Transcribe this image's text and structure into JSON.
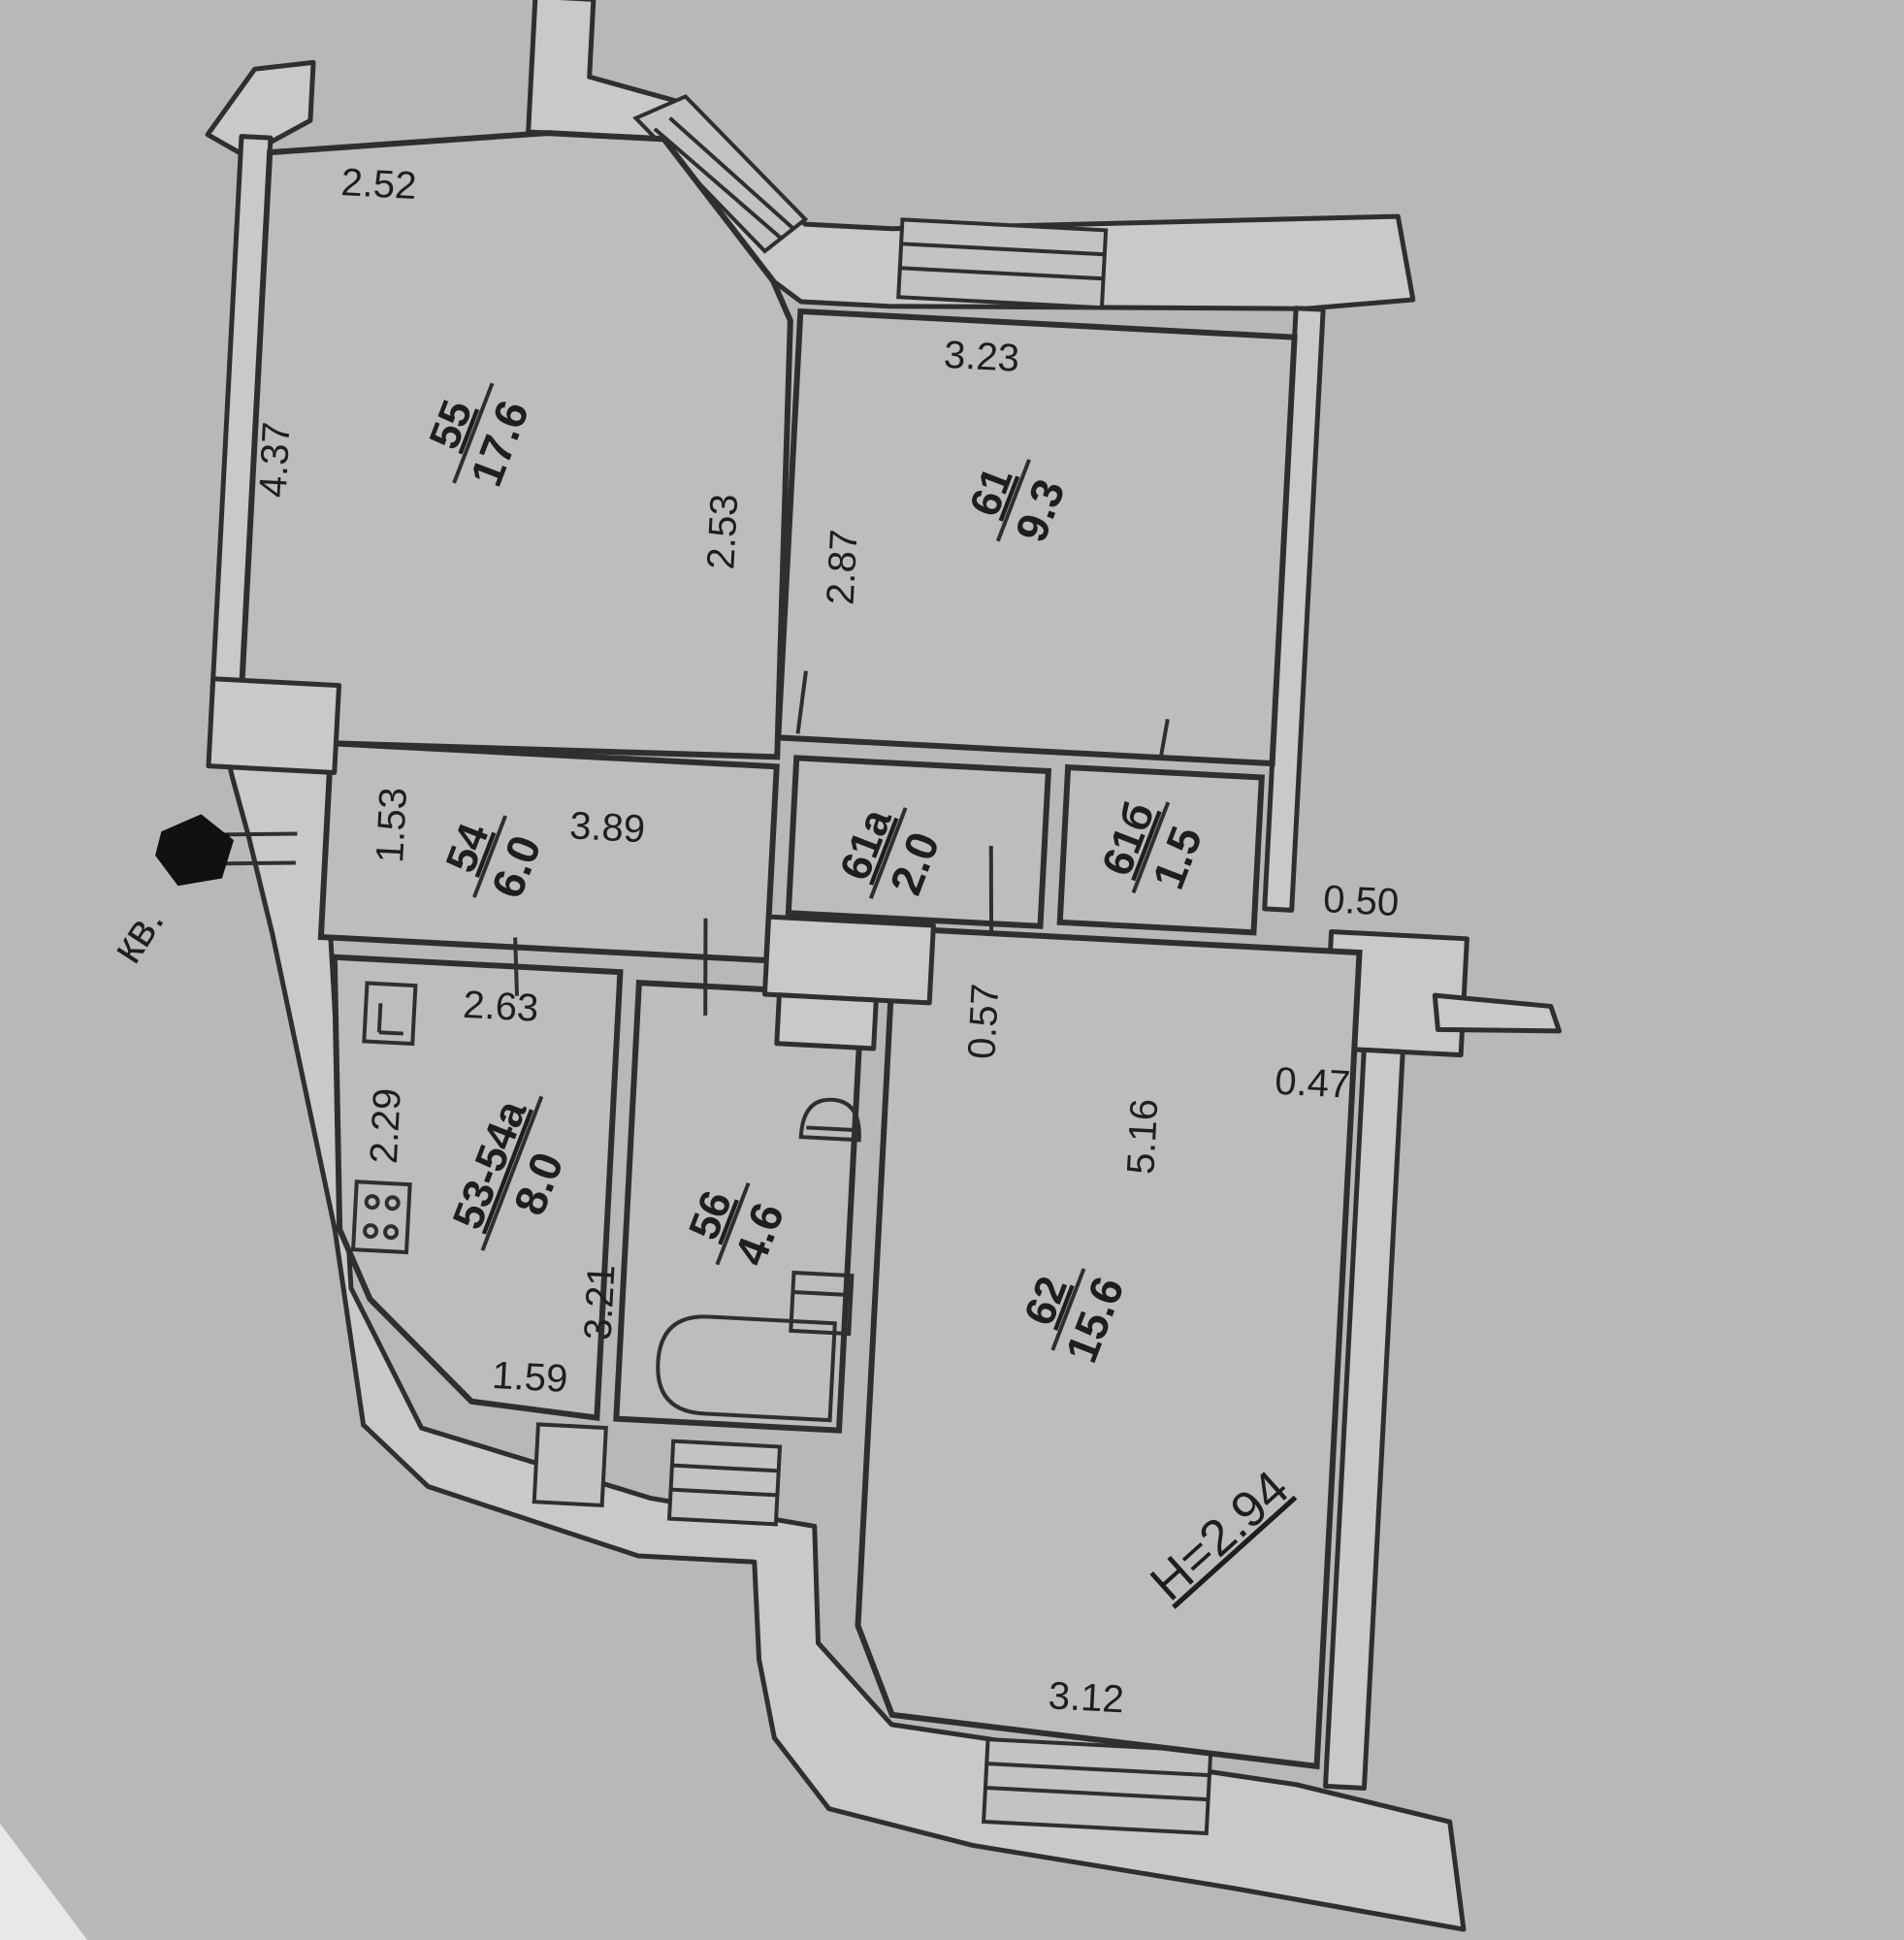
{
  "floor_plan": {
    "apartment_label": "кв.",
    "rooms": [
      {
        "id": "55",
        "number": "55",
        "area": "17.6"
      },
      {
        "id": "61",
        "number": "61",
        "area": "9.3"
      },
      {
        "id": "54",
        "number": "54",
        "area": "6.0"
      },
      {
        "id": "61a",
        "number": "61а",
        "area": "2.0"
      },
      {
        "id": "61b",
        "number": "61б",
        "area": "1.5"
      },
      {
        "id": "53",
        "number": "53-54а",
        "area": "8.0"
      },
      {
        "id": "56",
        "number": "56",
        "area": "4.6"
      },
      {
        "id": "62",
        "number": "62",
        "area": "15.6"
      }
    ],
    "dimensions": {
      "d252": "2.52",
      "d437": "4.37",
      "d253": "2.53",
      "d323": "3.23",
      "d287": "2.87",
      "d153": "1.53",
      "d389": "3.89",
      "d050": "0.50",
      "d057": "0.57",
      "d263": "2.63",
      "d229": "2.29",
      "d516": "5.16",
      "d047": "0.47",
      "d321": "3.21",
      "d159": "1.59",
      "d312": "3.12"
    },
    "ceiling_height": "H=2.94"
  }
}
